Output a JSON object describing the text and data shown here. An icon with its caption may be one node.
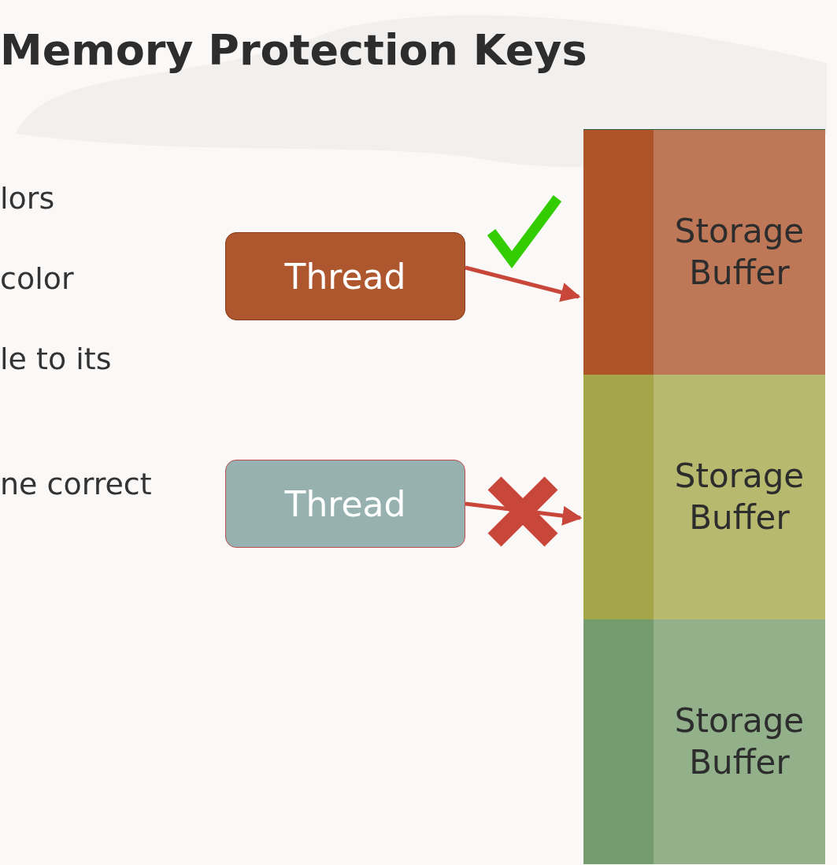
{
  "diagram": {
    "title": "Memory Protection Keys",
    "nodes": [
      {
        "text": [
          "Thread"
        ]
      },
      {
        "text": [
          "Thread"
        ]
      },
      {
        "text": [
          "Storage Buffer"
        ]
      },
      {
        "text": [
          "Storage Buffer"
        ]
      },
      {
        "text": [
          "Storage Buffer"
        ]
      }
    ],
    "edges": [
      {
        "from": 0,
        "to": 2,
        "arrow": "to"
      },
      {
        "from": 1,
        "to": 3,
        "arrow": "to"
      }
    ],
    "labels": [
      "lors",
      "color",
      "le to its",
      "ne correct"
    ]
  }
}
